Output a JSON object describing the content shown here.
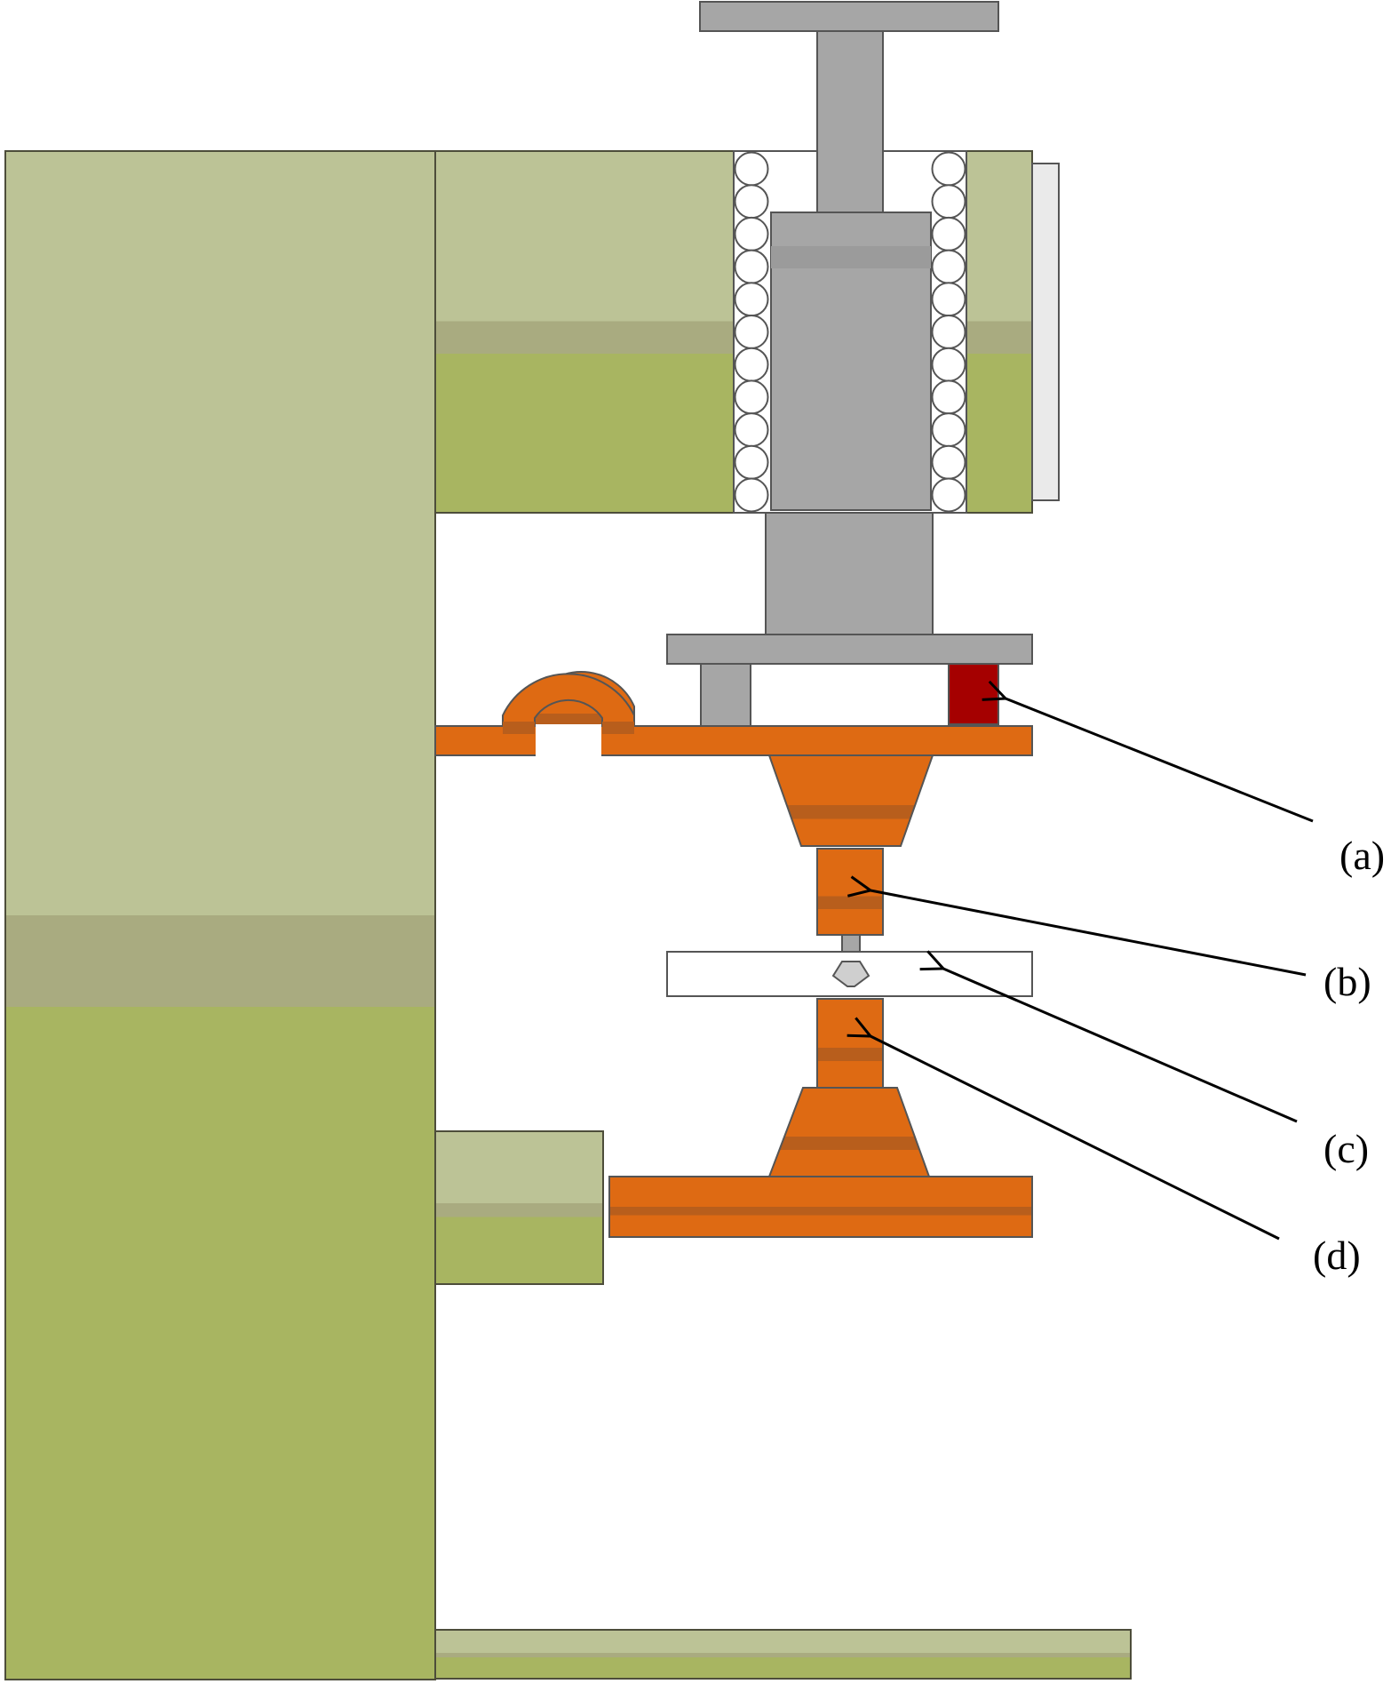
{
  "labels": {
    "a": "(a)",
    "b": "(b)",
    "c": "(c)",
    "d": "(d)"
  },
  "colors": {
    "frame_light": "#bcc396",
    "frame_dark": "#a8b561",
    "frame_mid": "#a9ab80",
    "steel_gray": "#a6a6a6",
    "steel_dark": "#8f8f8f",
    "copper": "#de6a13",
    "copper_dark": "#b85e1c",
    "sensor_red": "#a50000",
    "outline": "#3a3a3a"
  }
}
